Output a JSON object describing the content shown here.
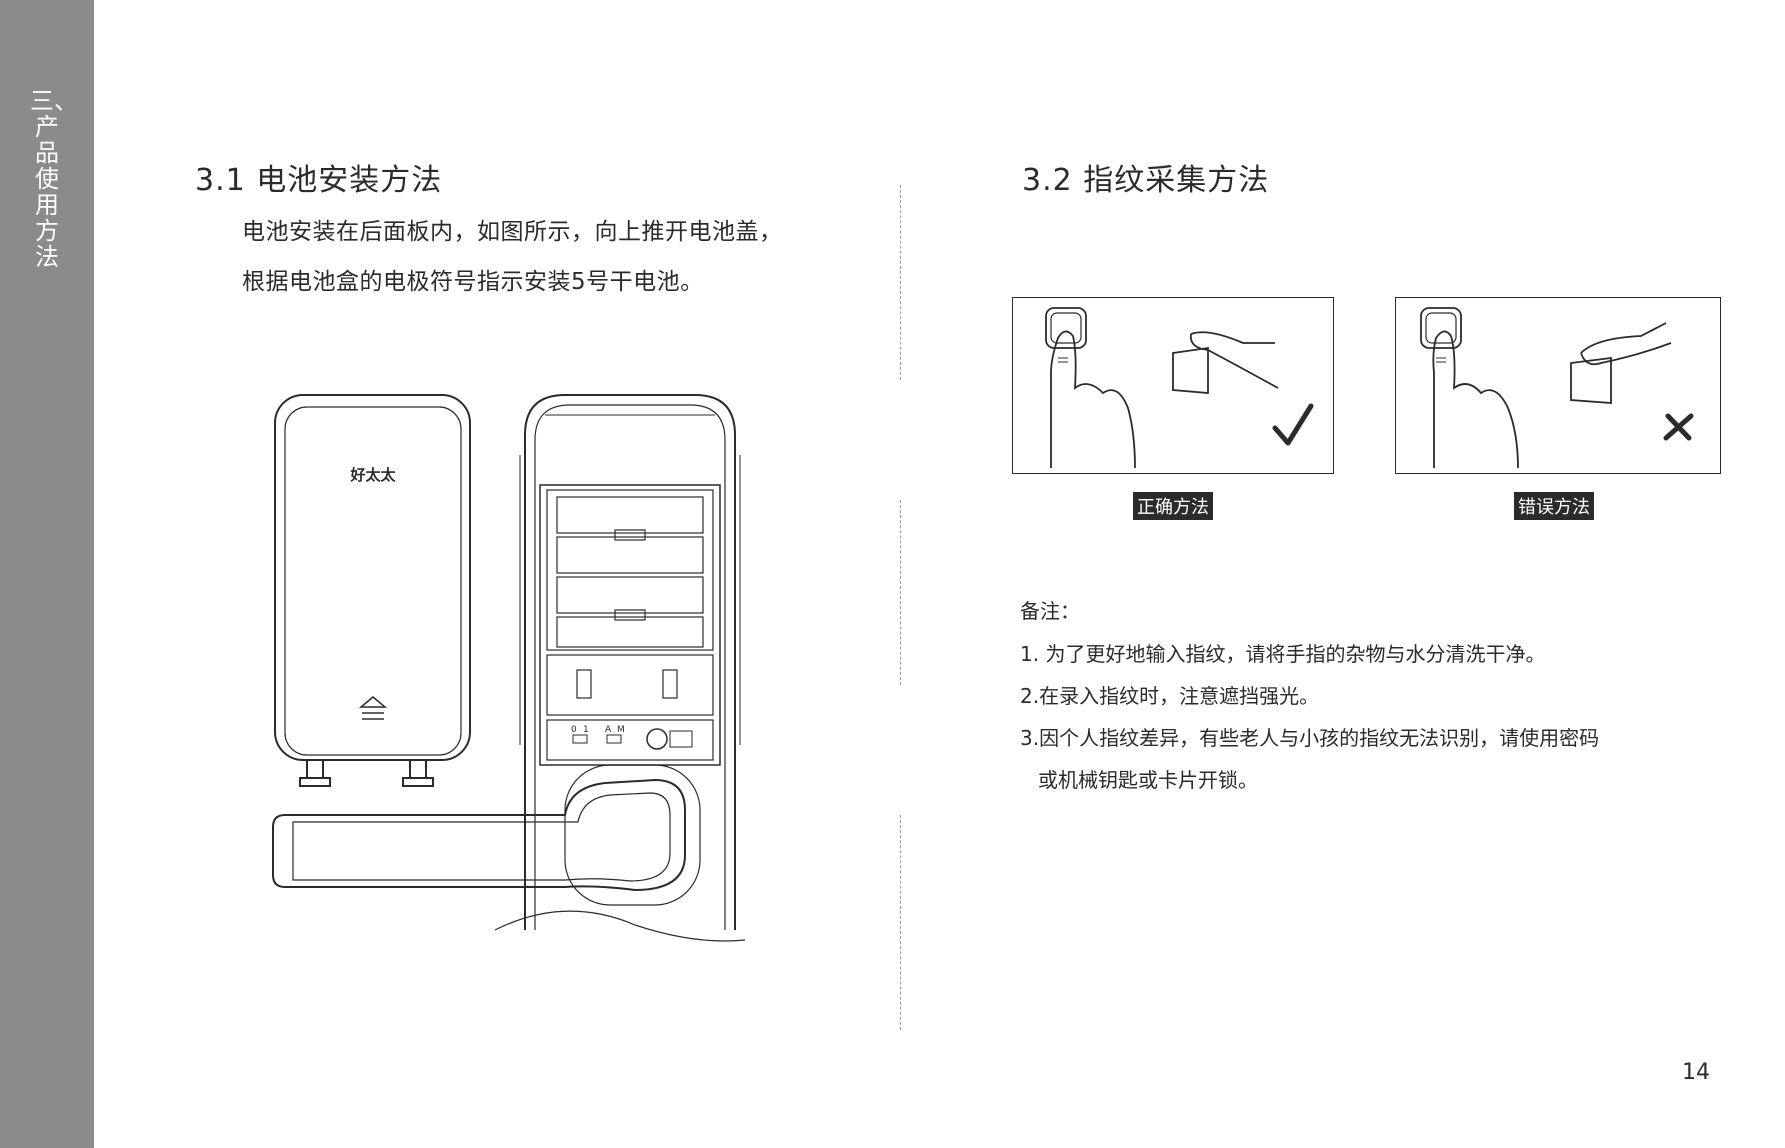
{
  "sidebar": {
    "chapter": "三、产品使用方法"
  },
  "left": {
    "heading": "3.1 电池安装方法",
    "para_line1": "电池安装在后面板内，如图所示，向上推开电池盖，",
    "para_line2": "根据电池盒的电极符号指示安装5号干电池。",
    "logo_text": "好太太"
  },
  "right": {
    "heading": "3.2 指纹采集方法",
    "correct_caption": "正确方法",
    "wrong_caption": "错误方法",
    "notes_title": "备注：",
    "note1": "1. 为了更好地输入指纹，请将手指的杂物与水分清洗干净。",
    "note2": "2.在录入指纹时，注意遮挡强光。",
    "note3_line1": "3.因个人指纹差异，有些老人与小孩的指纹无法识别，请使用密码",
    "note3_line2": "或机械钥匙或卡片开锁。"
  },
  "page_number": "14",
  "colors": {
    "sidebar": "#8a8b8d",
    "text": "#2b2b2b"
  },
  "icons": [
    "check-icon",
    "cross-icon",
    "battery-up-arrow-icon"
  ]
}
